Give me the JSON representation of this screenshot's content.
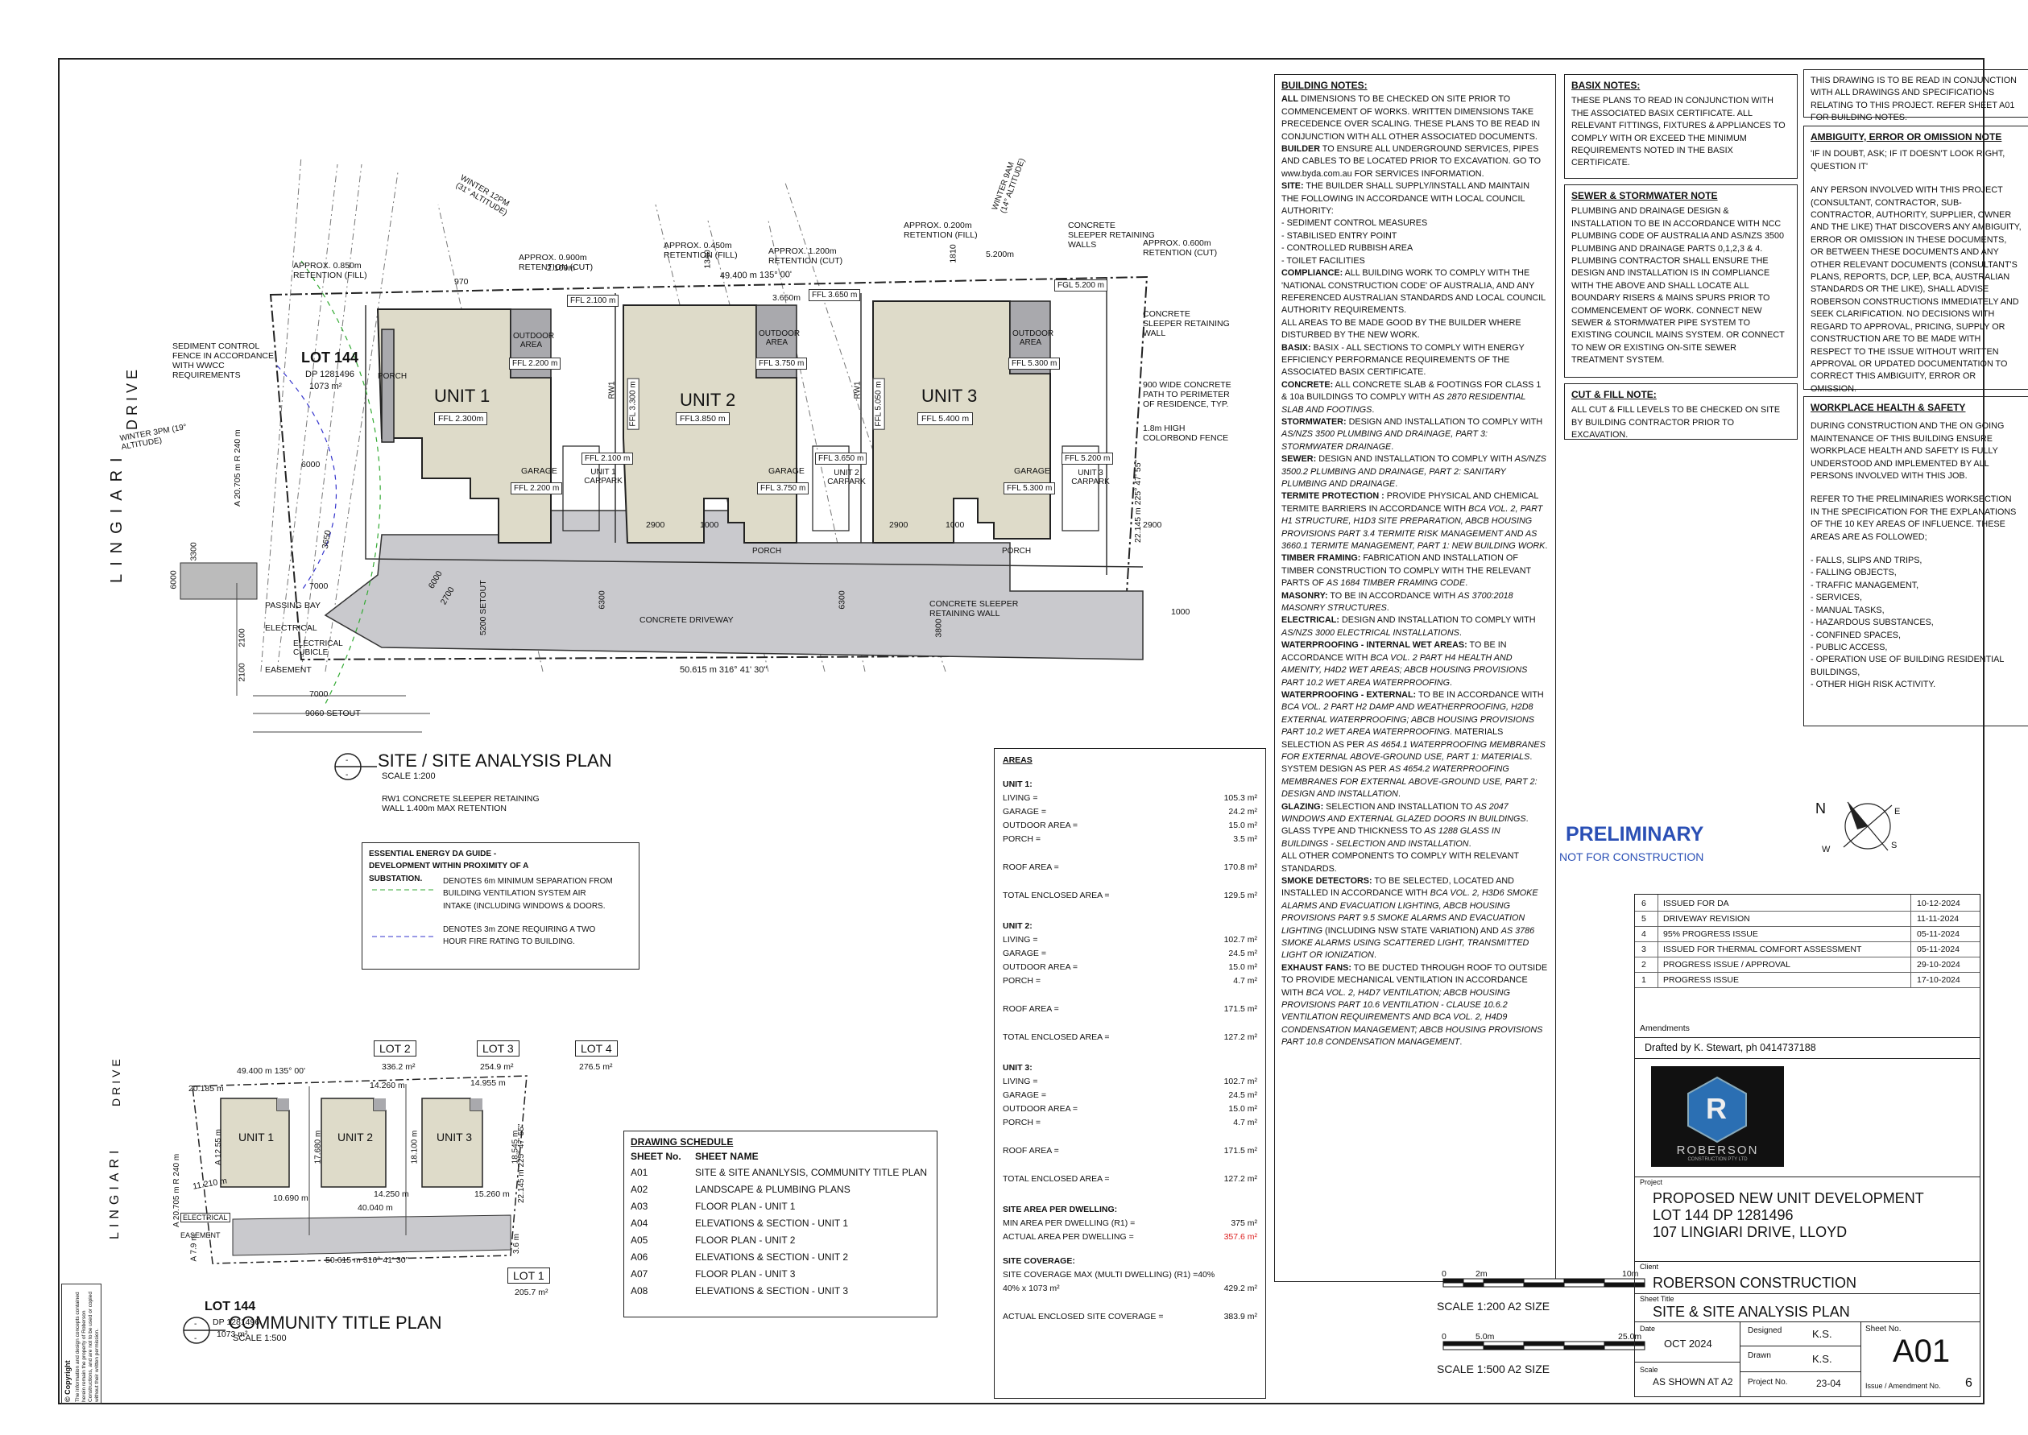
{
  "site_plan": {
    "lot_label": "LOT 144",
    "lot_dp": "DP 1281496",
    "lot_area": "1073 m²",
    "road_name": "LINGIARI",
    "road_type": "DRIVE",
    "units": [
      {
        "name": "UNIT 1",
        "ffl": "FFL 2.300m",
        "outdoor": "OUTDOOR AREA",
        "outdoor_ffl": "FFL 2.200 m",
        "garage": "GARAGE",
        "garage_ffl": "FFL 2.200 m",
        "carpark": "UNIT 1 CARPARK",
        "carpark_ffl": "FFL 2.100 m",
        "porch": "PORCH",
        "top_ffl": "FFL 2.100 m"
      },
      {
        "name": "UNIT 2",
        "ffl": "FFL3.850 m",
        "outdoor": "OUTDOOR AREA",
        "outdoor_ffl": "FFL 3.750 m",
        "garage": "GARAGE",
        "garage_ffl": "FFL 3.750 m",
        "carpark": "UNIT 2 CARPARK",
        "carpark_ffl": "FFL 3.650 m",
        "porch": "PORCH",
        "top_ffl": "FFL 3.650 m",
        "side_ffl": "FFL 3.300 m"
      },
      {
        "name": "UNIT 3",
        "ffl": "FFL 5.400 m",
        "outdoor": "OUTDOOR AREA",
        "outdoor_ffl": "FFL 5.300 m",
        "garage": "GARAGE",
        "garage_ffl": "FFL 5.300 m",
        "carpark": "UNIT 3 CARPARK",
        "carpark_ffl": "FFL 5.200 m",
        "porch": "PORCH",
        "top_ffl": "FGL 5.200 m",
        "side_ffl": "FFL 5.050 m"
      }
    ],
    "annotations": [
      "APPROX. 0.850m RETENTION (FILL)",
      "APPROX. 0.900m RETENTION (CUT)",
      "APPROX. 0.450m RETENTION (FILL)",
      "APPROX. 1.200m RETENTION (CUT)",
      "APPROX. 0.200m RETENTION (FILL)",
      "CONCRETE SLEEPER RETAINING WALLS",
      "APPROX. 0.600m RETENTION (CUT)",
      "CONCRETE SLEEPER RETAINING WALL",
      "900 WIDE CONCRETE PATH TO PERIMETER OF RESIDENCE, TYP.",
      "1.8m HIGH COLORBOND FENCE",
      "SEDIMENT CONTROL FENCE IN ACCORDANCE WITH WWCC REQUIREMENTS",
      "CONCRETE SLEEPER RETAINING WALL",
      "CONCRETE DRIVEWAY",
      "PASSING BAY",
      "ELECTRICAL",
      "ELECTRICAL CUBICLE",
      "EASEMENT",
      "WINTER 12PM (31° ALTITUDE)",
      "WINTER 9AM (14° ALTITUDE)",
      "WINTER 3PM (19° ALTITUDE)"
    ],
    "bearing_top": "49.400 m  135° 00'",
    "bearing_bottom": "50.615 m  316° 41' 30\"",
    "bearing_left": "A 20.705 m  R 240 m",
    "bearing_right": "22.145 m  225° 47' 55\"",
    "dims": [
      "6000",
      "3300",
      "6000",
      "7000",
      "2100",
      "2100",
      "7000",
      "9060 SETOUT",
      "5200 SETOUT",
      "6300",
      "6300",
      "3800",
      "2900",
      "2900",
      "2900",
      "1000",
      "1000",
      "1000",
      "2700",
      "6000",
      "3650",
      "2.100m",
      "3.650m",
      "5.200m",
      "1340",
      "1810",
      "970",
      "RW1",
      "RW1"
    ],
    "plan_title": "SITE / SITE ANALYSIS PLAN",
    "plan_scale": "SCALE 1:200",
    "rw_note": "RW1    CONCRETE SLEEPER   RETAINING WALL 1.400m  MAX RETENTION"
  },
  "energy_guide": {
    "title": "ESSENTIAL ENERGY DA GUIDE - DEVELOPMENT WITHIN PROXIMITY OF A SUBSTATION.",
    "item1": "DENOTES 6m MINIMUM SEPARATION FROM BUILDING VENTILATION SYSTEM AIR INTAKE (INCLUDING WINDOWS & DOORS.",
    "item2": "DENOTES 3m ZONE REQUIRING A TWO HOUR FIRE RATING TO BUILDING."
  },
  "community_plan": {
    "title": "COMMUNITY TITLE PLAN",
    "scale": "SCALE 1:500",
    "lots": [
      {
        "name": "LOT 2",
        "area": "336.2 m²"
      },
      {
        "name": "LOT 3",
        "area": "254.9 m²"
      },
      {
        "name": "LOT 4",
        "area": "276.5 m²"
      },
      {
        "name": "LOT 1",
        "area": "205.7 m²"
      }
    ],
    "units": [
      "UNIT 1",
      "UNIT 2",
      "UNIT 3"
    ],
    "lot_main": "LOT 144",
    "lot_dp": "DP 1281496",
    "lot_area": "1073 m²",
    "road_name": "LINGIARI",
    "road_type": "DRIVE",
    "dims": [
      "49.400 m  135° 00'",
      "20.185 m",
      "14.260 m",
      "14.955 m",
      "17.680 m",
      "18.100 m",
      "18.545 m",
      "10.690 m",
      "40.040 m",
      "14.250 m",
      "15.260 m",
      "11.210 m",
      "50.615 m  316° 41' 30\"",
      "A 20.705 m  R 240 m",
      "A 12.55 m",
      "A 7.9 m",
      "22.145 m  225° 47' 55\"",
      "3.6 m"
    ],
    "electrical": "ELECTRICAL",
    "easement": "EASEMENT"
  },
  "areas": {
    "title": "AREAS",
    "unit1": {
      "h": "UNIT 1:",
      "living": "105.3 m²",
      "garage": "24.2 m²",
      "outdoor": "15.0 m²",
      "porch": "3.5 m²",
      "roof": "170.8 m²",
      "enclosed": "129.5 m²"
    },
    "unit2": {
      "h": "UNIT 2:",
      "living": "102.7 m²",
      "garage": "24.5 m²",
      "outdoor": "15.0 m²",
      "porch": "4.7 m²",
      "roof": "171.5 m²",
      "enclosed": "127.2 m²"
    },
    "unit3": {
      "h": "UNIT 3:",
      "living": "102.7 m²",
      "garage": "24.5 m²",
      "outdoor": "15.0 m²",
      "porch": "4.7 m²",
      "roof": "171.5 m²",
      "enclosed": "127.2 m²"
    },
    "labels": {
      "living": "LIVING =",
      "garage": "GARAGE =",
      "outdoor": "OUTDOOR AREA =",
      "porch": "PORCH =",
      "roof": "ROOF AREA =",
      "enclosed": "TOTAL ENCLOSED AREA  ="
    },
    "site_h": "SITE AREA PER DWELLING:",
    "min_label": "MIN AREA PER DWELLING (R1) =",
    "min_val": "375 m²",
    "actual_label": "ACTUAL AREA PER DWELLING =",
    "actual_val": "357.6 m²",
    "cov_h": "SITE COVERAGE:",
    "cov_max": "SITE COVERAGE MAX  (MULTI DWELLING) (R1) =40%",
    "cov_calc": "40% x 1073 m²",
    "cov_calc_val": "429.2 m²",
    "cov_actual": "ACTUAL ENCLOSED SITE COVERAGE =",
    "cov_actual_val": "383.9 m²"
  },
  "schedule": {
    "title": "DRAWING SCHEDULE",
    "col1": "SHEET No.",
    "col2": "SHEET NAME",
    "rows": [
      [
        "A01",
        "SITE & SITE ANANLYSIS, COMMUNITY TITLE PLAN"
      ],
      [
        "A02",
        "LANDSCAPE & PLUMBING PLANS"
      ],
      [
        "A03",
        "FLOOR PLAN - UNIT 1"
      ],
      [
        "A04",
        "ELEVATIONS & SECTION - UNIT 1"
      ],
      [
        "A05",
        "FLOOR PLAN - UNIT 2"
      ],
      [
        "A06",
        "ELEVATIONS & SECTION - UNIT 2"
      ],
      [
        "A07",
        "FLOOR PLAN  - UNIT 3"
      ],
      [
        "A08",
        "ELEVATIONS & SECTION - UNIT 3"
      ]
    ]
  },
  "notes": {
    "building_title": "BUILDING NOTES:",
    "basix_title": "BASIX NOTES:",
    "basix_text": "THESE PLANS TO READ IN CONJUNCTION WITH THE ASSOCIATED BASIX CERTIFICATE. ALL RELEVANT FITTINGS, FIXTURES & APPLIANCES TO COMPLY WITH OR EXCEED THE MINIMUM REQUIREMENTS NOTED IN THE  BASIX CERTIFICATE.",
    "sewer_title": "SEWER & STORMWATER NOTE",
    "sewer_text": "PLUMBING AND DRAINAGE DESIGN & INSTALLATION TO BE IN ACCORDANCE WITH NCC PLUMBING CODE OF AUSTRALIA AND AS/NZS 3500 PLUMBING AND DRAINAGE PARTS 0,1,2,3 & 4. PLUMBING CONTRACTOR SHALL ENSURE THE DESIGN AND INSTALLATION IS IN COMPLIANCE WITH THE ABOVE AND SHALL LOCATE ALL BOUNDARY RISERS & MAINS SPURS PRIOR TO COMMENCEMENT OF WORK. CONNECT NEW SEWER & STORMWATER PIPE SYSTEM TO EXISTING COUNCIL MAINS SYSTEM. OR CONNECT TO NEW OR EXISTING ON-SITE SEWER TREATMENT SYSTEM.",
    "cut_title": "CUT & FILL NOTE:",
    "cut_text": "ALL CUT & FILL LEVELS TO BE CHECKED ON SITE BY BUILDING CONTRACTOR PRIOR TO EXCAVATION.",
    "read_text": "THIS DRAWING IS TO BE READ IN CONJUNCTION WITH ALL DRAWINGS AND SPECIFICATIONS RELATING TO THIS PROJECT. REFER SHEET A01 FOR BUILDING NOTES.",
    "amb_title": "AMBIGUITY, ERROR OR OMISSION NOTE",
    "amb_text1": "'IF IN DOUBT, ASK; IF IT DOESN'T LOOK RIGHT, QUESTION IT'",
    "amb_text2": "ANY PERSON INVOLVED WITH THIS PROJECT (CONSULTANT, CONTRACTOR, SUB-CONTRACTOR, AUTHORITY, SUPPLIER, OWNER AND THE LIKE) THAT DISCOVERS ANY AMBIGUITY, ERROR OR OMISSION IN THESE DOCUMENTS, OR BETWEEN THESE DOCUMENTS AND ANY OTHER RELEVANT DOCUMENTS (CONSULTANT'S PLANS, REPORTS, DCP, LEP, BCA, AUSTRALIAN STANDARDS OR THE LIKE), SHALL ADVISE ROBERSON CONSTRUCTIONS IMMEDIATELY AND SEEK CLARIFICATION. NO DECISIONS WITH REGARD TO APPROVAL, PRICING, SUPPLY OR CONSTRUCTION ARE TO BE MADE WITH RESPECT TO THE ISSUE WITHOUT WRITTEN APPROVAL OR UPDATED DOCUMENTATION TO CORRECT THIS AMBIGUITY, ERROR OR OMISSION.",
    "whs_title": "WORKPLACE HEALTH & SAFETY",
    "whs_text1": "DURING CONSTRUCTION AND THE ON GOING MAINTENANCE OF THIS BUILDING ENSURE WORKPLACE HEALTH AND SAFETY IS FULLY UNDERSTOOD AND IMPLEMENTED BY ALL PERSONS INVOLVED WITH THIS JOB.",
    "whs_text2": "REFER TO THE PRELIMINARIES WORKSECTION IN THE SPECIFICATION FOR THE EXPLANATIONS OF THE 10 KEY AREAS OF INFLUENCE. THESE AREAS ARE AS FOLLOWED;",
    "whs_items": [
      "- FALLS, SLIPS AND TRIPS,",
      "- FALLING OBJECTS,",
      "- TRAFFIC MANAGEMENT,",
      "- SERVICES,",
      "- MANUAL TASKS,",
      "- HAZARDOUS SUBSTANCES,",
      "- CONFINED SPACES,",
      "- PUBLIC ACCESS,",
      "- OPERATION USE OF BUILDING RESIDENTIAL BUILDINGS,",
      "- OTHER HIGH RISK ACTIVITY."
    ]
  },
  "stamp": {
    "prelim": "PRELIMINARY",
    "not": "NOT FOR CONSTRUCTION"
  },
  "compass": {
    "n": "N",
    "e": "E",
    "s": "S",
    "w": "W"
  },
  "scale_bars": {
    "s1_0": "0",
    "s1_2": "2m",
    "s1_10": "10m",
    "s1_label": "SCALE 1:200  A2 SIZE",
    "s2_0": "0",
    "s2_5": "5.0m",
    "s2_25": "25.0m",
    "s2_label": "SCALE 1:500  A2 SIZE"
  },
  "title_block": {
    "amendments": [
      [
        "6",
        "ISSUED FOR DA",
        "10-12-2024"
      ],
      [
        "5",
        "DRIVEWAY REVISION",
        "11-11-2024"
      ],
      [
        "4",
        "95% PROGRESS ISSUE",
        "05-11-2024"
      ],
      [
        "3",
        "ISSUED FOR THERMAL COMFORT ASSESSMENT",
        "05-11-2024"
      ],
      [
        "2",
        "PROGRESS ISSUE / APPROVAL",
        "29-10-2024"
      ],
      [
        "1",
        "PROGRESS ISSUE",
        "17-10-2024"
      ]
    ],
    "amend_label": "Amendments",
    "drafted": "Drafted by K. Stewart, ph 0414737188",
    "logo_name": "ROBERSON",
    "logo_sub": "CONSTRUCTION PTY LTD",
    "logo_letter": "R",
    "project_label": "Project",
    "project_l1": "PROPOSED NEW UNIT DEVELOPMENT",
    "project_l2": "LOT 144 DP 1281496",
    "project_l3": "107 LINGIARI DRIVE, LLOYD",
    "client_label": "Client",
    "client": "ROBERSON CONSTRUCTION",
    "sheet_title_label": "Sheet Title",
    "sheet_title": "SITE & SITE ANALYSIS PLAN",
    "date_label": "Date",
    "date": "OCT 2024",
    "designed_label": "Designed",
    "designed": "K.S.",
    "drawn_label": "Drawn",
    "drawn": "K.S.",
    "scale_label": "Scale",
    "scale": "AS SHOWN AT A2",
    "projno_label": "Project No.",
    "projno": "23-04",
    "sheetno_label": "Sheet No.",
    "sheetno": "A01",
    "issue_label": "Issue / Amendment No.",
    "issue": "6"
  },
  "copyright": {
    "title": "© Copyright",
    "text": "The information and design concepts contained herein remain the property of Roberson Constructions, and are not to be used or copied without their written permission."
  }
}
